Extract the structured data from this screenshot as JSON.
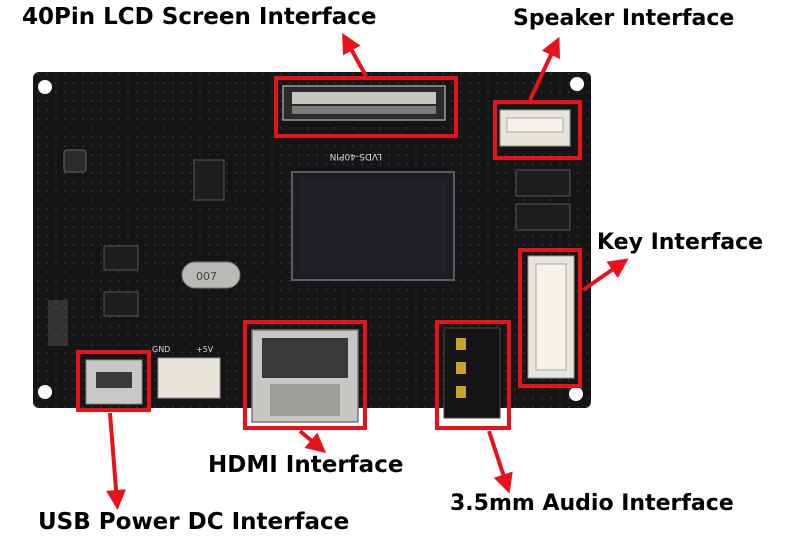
{
  "labels": {
    "lcd": "40Pin LCD Screen Interface",
    "speaker": "Speaker Interface",
    "key": "Key Interface",
    "hdmi": "HDMI Interface",
    "audio": "3.5mm Audio Interface",
    "usb": "USB Power DC Interface"
  },
  "silkscreen": {
    "lvds": "LVDS-40PIN",
    "crystal": "007",
    "gnd": "GND",
    "v5": "+5V"
  },
  "colors": {
    "annotation": "#e8121a",
    "board": "#111214",
    "silk": "#d8d8d8"
  }
}
